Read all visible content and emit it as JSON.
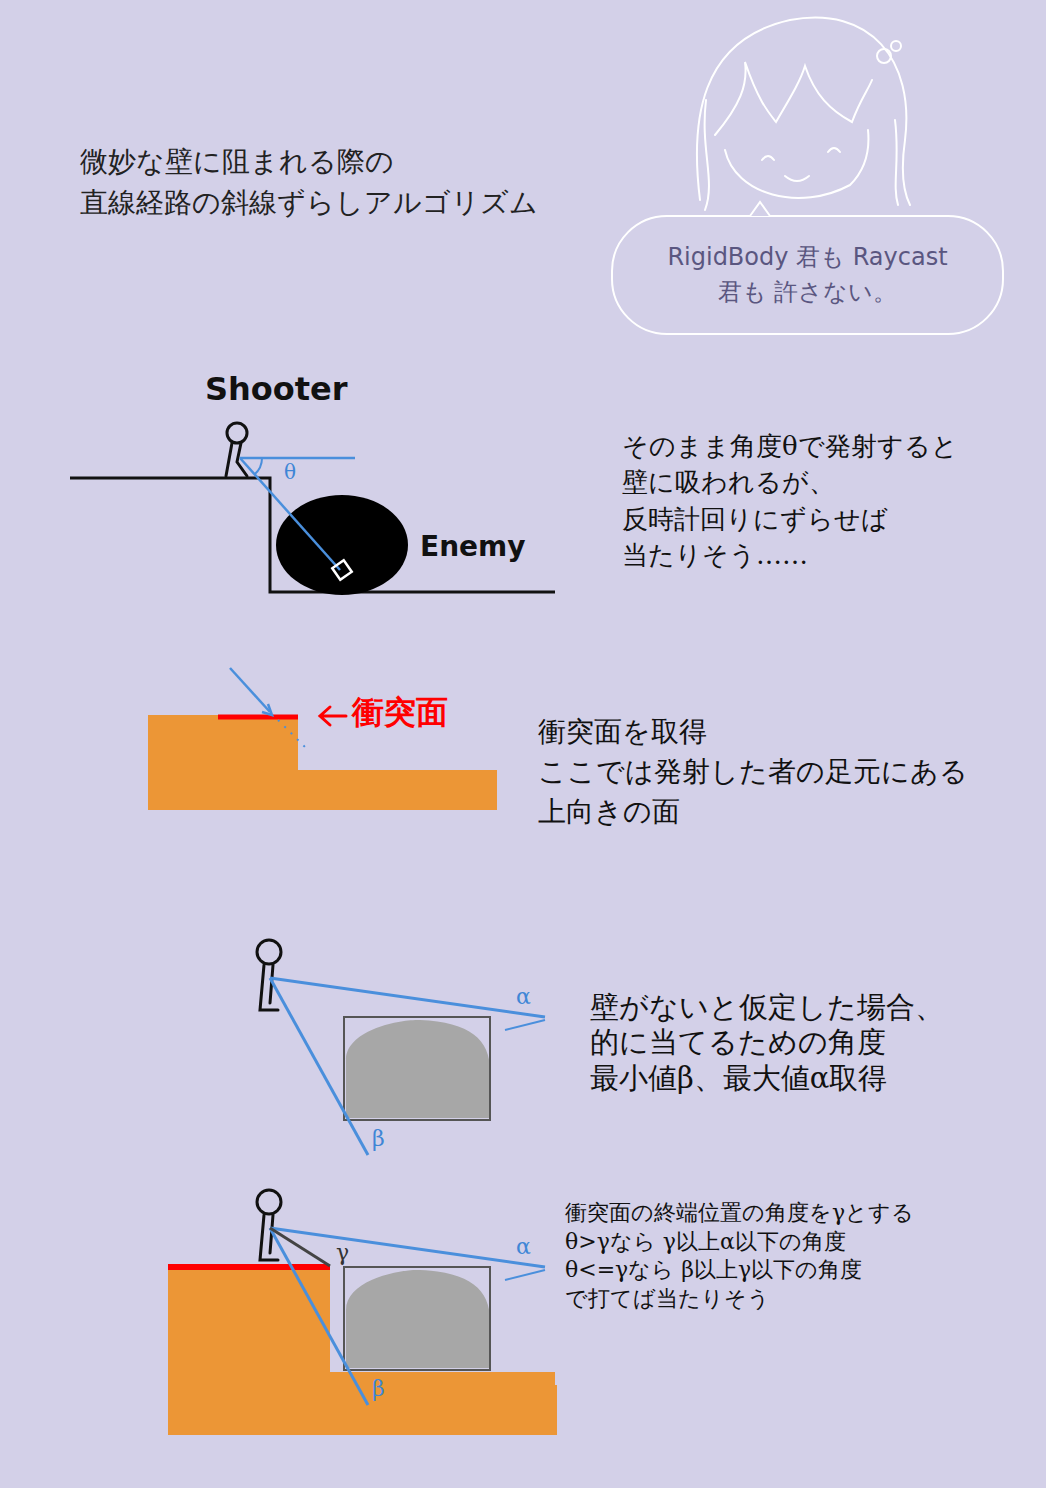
{
  "diagram": {
    "title": "微妙な壁に阻まれる際の 直線経路の斜線ずらしアルゴリズム",
    "nodes": [
      {
        "text": [
          "RigidBody 君も Raycast 君も 許さない。"
        ]
      }
    ],
    "labels": [
      "Shooter",
      "θ",
      "Enemy",
      "そのまま角度θで発射すると 壁に吸われるが、 反時計回りにずらせば 当たりそう……",
      "衝突面",
      "衝突面を取得 ここでは発射した者の足元にある 上向きの面",
      "α",
      "β",
      "壁がないと仮定した場合、 的に当てるための角度 最小値β、最大値α取得",
      "γ",
      "α",
      "β",
      "衝突面の終端位置の角度をγとする θ>γなら γ以上α以下の角度 θ<=γなら β以上γ以下の角度 で打てば当たりそう"
    ]
  }
}
